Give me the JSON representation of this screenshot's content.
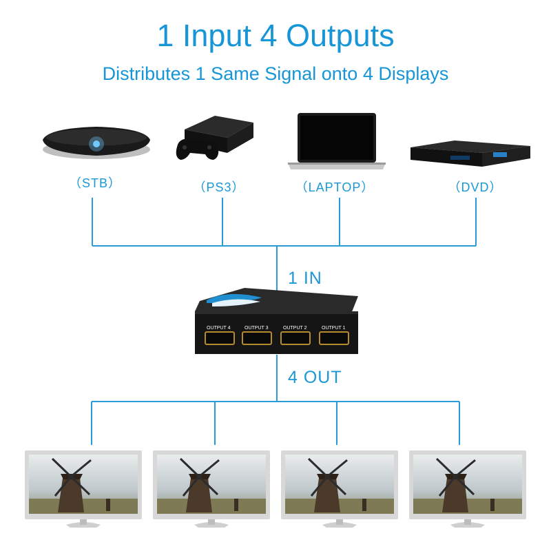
{
  "title": "1 Input 4 Outputs",
  "subtitle": "Distributes 1 Same Signal onto 4 Displays",
  "sources": [
    {
      "label": "（STB）",
      "icon": "set-top-box-icon"
    },
    {
      "label": "（PS3）",
      "icon": "game-console-icon"
    },
    {
      "label": "（LAPTOP）",
      "icon": "laptop-icon"
    },
    {
      "label": "（DVD）",
      "icon": "dvd-player-icon"
    }
  ],
  "input_label": "1 IN",
  "output_label": "4 OUT",
  "splitter": {
    "ports": [
      "OUTPUT 4",
      "OUTPUT 3",
      "OUTPUT 2",
      "OUTPUT 1"
    ]
  },
  "displays_count": 4,
  "colors": {
    "accent": "#1696d6",
    "wire": "#2a9ad8",
    "device": "#151515"
  }
}
